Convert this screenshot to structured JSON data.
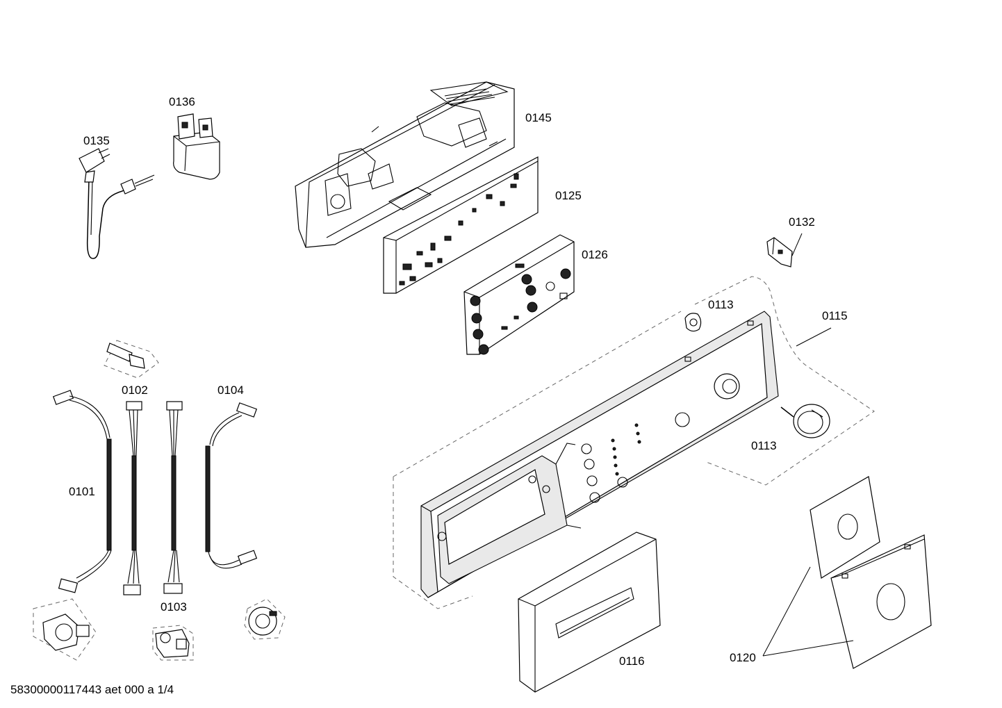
{
  "labels": {
    "p0136": "0136",
    "p0135": "0135",
    "p0145": "0145",
    "p0125": "0125",
    "p0126": "0126",
    "p0132": "0132",
    "p0113_top": "0113",
    "p0115": "0115",
    "p0113_bottom": "0113",
    "p0102": "0102",
    "p0104": "0104",
    "p0101": "0101",
    "p0103": "0103",
    "p0116": "0116",
    "p0120": "0120"
  },
  "footer": {
    "document_id": "58300000117443 aet 000 a 1/4"
  }
}
